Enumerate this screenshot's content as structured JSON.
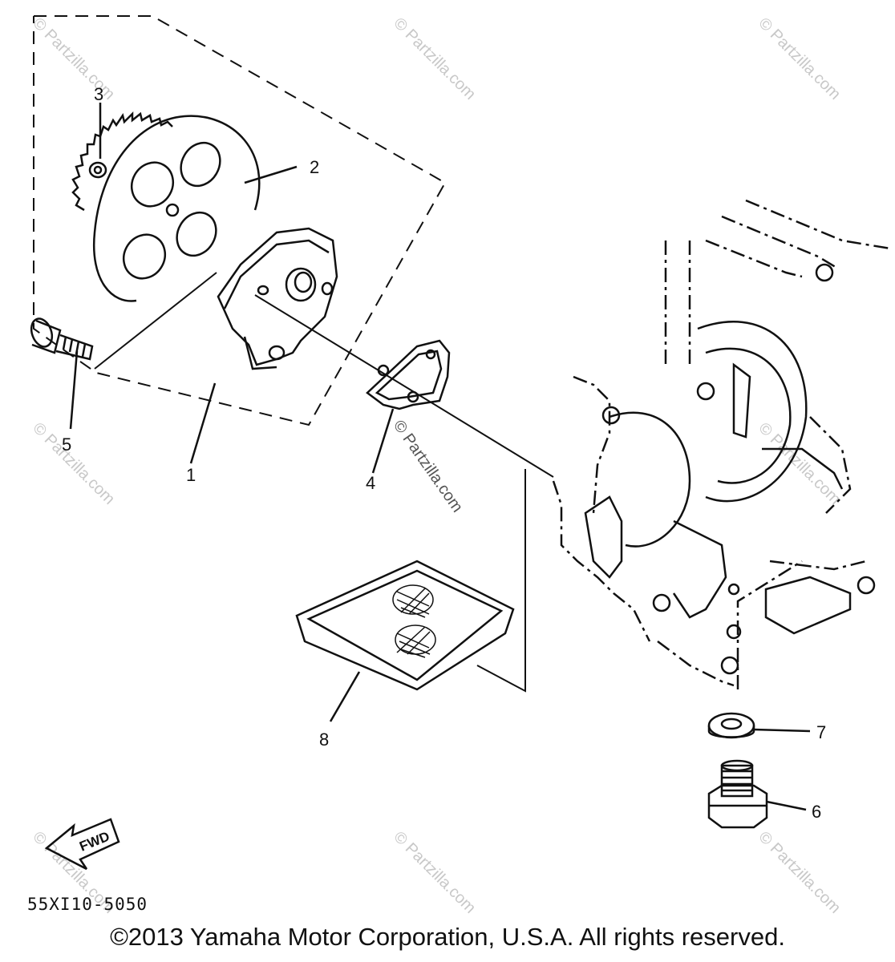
{
  "diagram": {
    "callouts": [
      {
        "id": "1",
        "label": "1"
      },
      {
        "id": "2",
        "label": "2"
      },
      {
        "id": "3",
        "label": "3"
      },
      {
        "id": "4",
        "label": "4"
      },
      {
        "id": "5",
        "label": "5"
      },
      {
        "id": "6",
        "label": "6"
      },
      {
        "id": "7",
        "label": "7"
      },
      {
        "id": "8",
        "label": "8"
      }
    ],
    "fwd_label": "FWD",
    "part_code": "55XI10-5050",
    "watermark_center": "© Partzilla.com",
    "watermark_faint": "© Partzilla.com"
  },
  "footer": {
    "copyright": "©2013 Yamaha Motor Corporation, U.S.A. All rights reserved."
  }
}
